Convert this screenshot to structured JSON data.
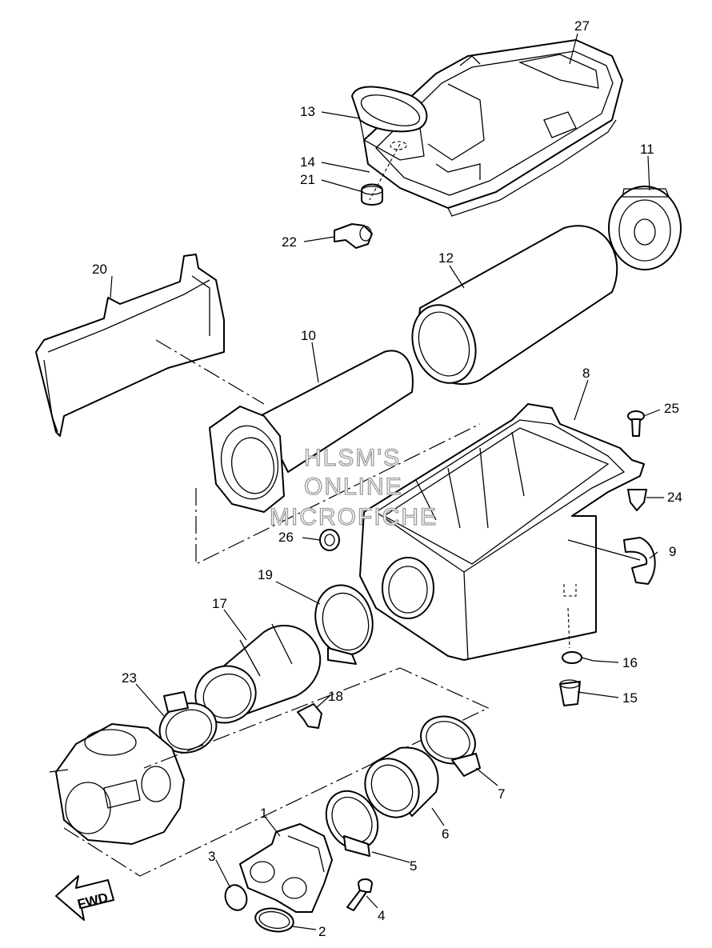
{
  "labels": {
    "p1": "1",
    "p2": "2",
    "p3": "3",
    "p4": "4",
    "p5": "5",
    "p6": "6",
    "p7": "7",
    "p8": "8",
    "p9": "9",
    "p10": "10",
    "p11": "11",
    "p12": "12",
    "p13": "13",
    "p14": "14",
    "p15": "15",
    "p16": "16",
    "p17": "17",
    "p18": "18",
    "p19": "19",
    "p20": "20",
    "p21": "21",
    "p22": "22",
    "p23": "23",
    "p24": "24",
    "p25": "25",
    "p26": "26",
    "p27": "27"
  },
  "watermark": {
    "line1": "HLSM'S",
    "line2": "ONLINE",
    "line3": "MICROFICHE"
  },
  "direction_badge": "FWD"
}
